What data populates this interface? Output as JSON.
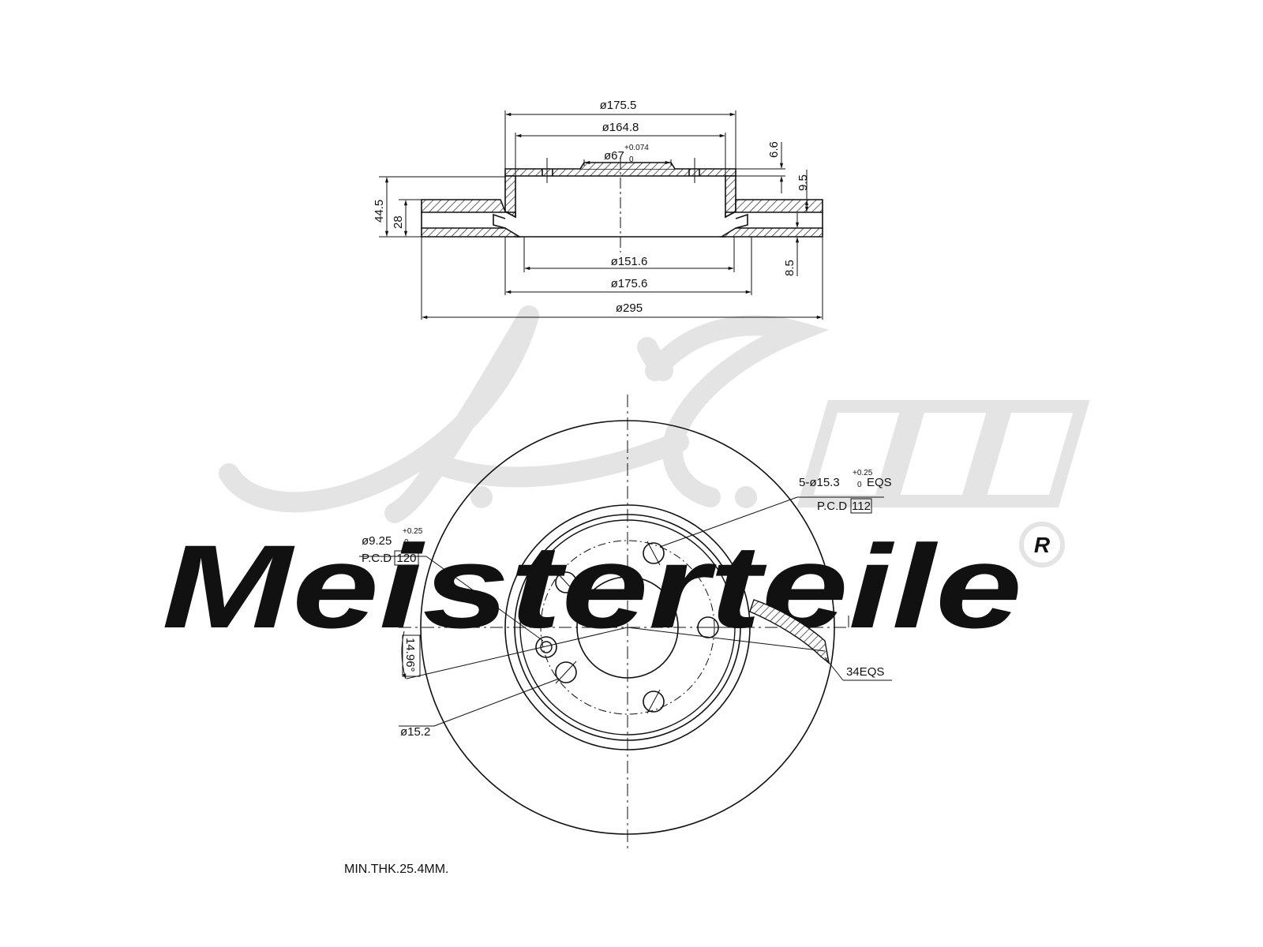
{
  "section_view": {
    "dims": {
      "d_175_5": "ø175.5",
      "d_164_8": "ø164.8",
      "d_67": "ø67",
      "d_67_tol_upper": "+0.074",
      "d_67_tol_lower": "0",
      "h_6_6": "6.6",
      "h_9_5": "9.5",
      "h_44_5": "44.5",
      "h_28": "28",
      "h_8_5": "8.5",
      "d_151_6": "ø151.6",
      "d_175_6": "ø175.6",
      "d_295": "ø295"
    }
  },
  "face_view": {
    "callouts": {
      "bolt_holes": "5-ø15.3",
      "bolt_tol_upper": "+0.25",
      "bolt_tol_lower": "0",
      "bolt_eqs": "EQS",
      "pcd_112_label": "P.C.D",
      "pcd_112_value": "112",
      "small_hole": "ø9.25",
      "small_tol_upper": "+0.25",
      "small_tol_lower": "0",
      "pcd_120_label": "P.C.D",
      "pcd_120_value": "120",
      "angle": "14.96°",
      "hole_15_2": "ø15.2",
      "vanes": "34EQS"
    }
  },
  "note": "MIN.THK.25.4MM.",
  "watermark": {
    "monogram": "A.L.",
    "brand": "Meisterteile",
    "registered": "R",
    "color": "#e6e6e6"
  }
}
